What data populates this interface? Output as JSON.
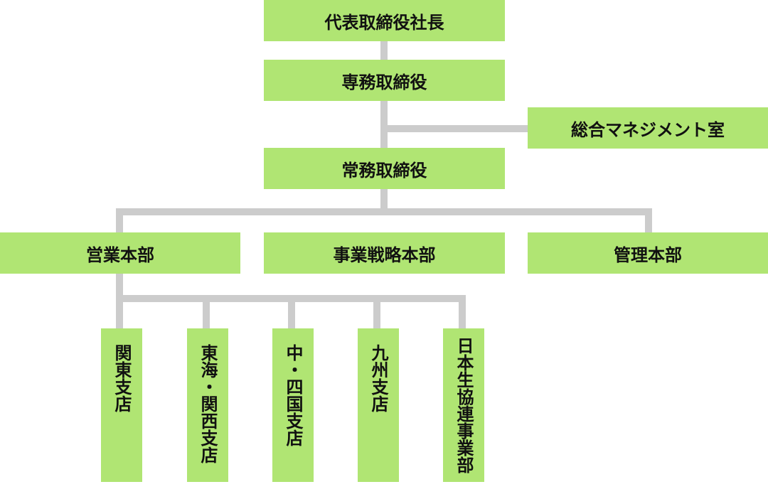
{
  "org": {
    "president": "代表取締役社長",
    "senior_md": "専務取締役",
    "mgmt_office": "総合マネジメント室",
    "md": "常務取締役",
    "divisions": {
      "sales": "営業本部",
      "strategy": "事業戦略本部",
      "admin": "管理本部"
    },
    "branches": [
      "関東支店",
      "東海・関西支店",
      "中・四国支店",
      "九州支店",
      "日本生協連事業部"
    ]
  },
  "colors": {
    "box_fill": "#b0e573",
    "connector": "#cccccc"
  }
}
